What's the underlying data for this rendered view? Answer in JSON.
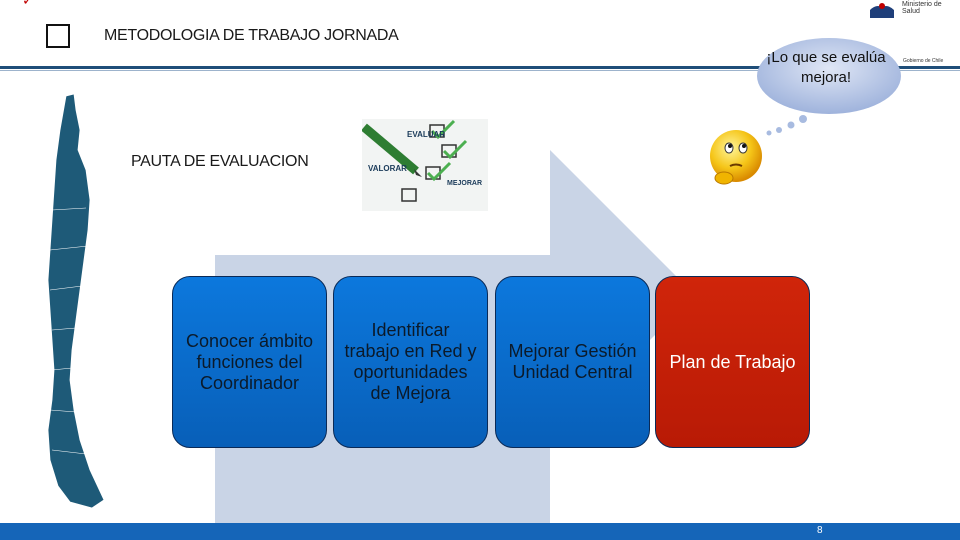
{
  "header": {
    "title": "METODOLOGIA DE TRABAJO JORNADA",
    "checkmark": "✓",
    "logo_text": "Ministerio de Salud",
    "logo_tagline": "Gobierno de Chile"
  },
  "subtitle": "PAUTA DE EVALUACION",
  "speech_bubble": "¡Lo que se evalúa mejora!",
  "evaluation_image": {
    "labels": [
      "EVALUAR",
      "VALORAR",
      "MEJORAR"
    ]
  },
  "steps": [
    {
      "label": "Conocer ámbito funciones del Coordinador",
      "color": "#0a6fd0"
    },
    {
      "label": "Identificar trabajo en Red y oportunidades de Mejora",
      "color": "#0a6fd0"
    },
    {
      "label": "Mejorar Gestión Unidad Central",
      "color": "#0a6fd0"
    },
    {
      "label": "Plan de Trabajo",
      "color": "#c8210a"
    }
  ],
  "colors": {
    "accent_blue": "#1565b8",
    "arrow": "#c9d4e6",
    "map": "#1e5a78"
  },
  "icons": [
    "chile-map-icon",
    "checklist-pencil-icon",
    "thinking-emoji-icon",
    "ministry-logo-icon"
  ],
  "footer": {
    "page_number": "8"
  }
}
